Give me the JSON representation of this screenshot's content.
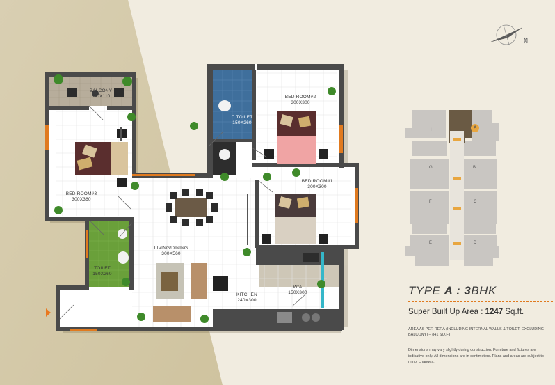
{
  "rooms": {
    "balcony": {
      "name": "BALCONY",
      "size": "300x110"
    },
    "bedroom3": {
      "name": "BED ROOM#3",
      "size": "300x360"
    },
    "ctoilet": {
      "name": "C.TOILET",
      "size": "150x260"
    },
    "bedroom2": {
      "name": "BED ROOM#2",
      "size": "300x300"
    },
    "bedroom1": {
      "name": "BED ROOM#1",
      "size": "300x300"
    },
    "living": {
      "name": "LIVING/DINING",
      "size": "300x560"
    },
    "toilet": {
      "name": "TOILET",
      "size": "150x260"
    },
    "kitchen": {
      "name": "KITCHEN",
      "size": "240x300"
    },
    "wa": {
      "name": "W/A",
      "size": "150x300"
    }
  },
  "keyplan": {
    "units": [
      "H",
      "A",
      "G",
      "B",
      "F",
      "C",
      "E",
      "D"
    ],
    "highlighted": "A",
    "colors": {
      "block": "#c9c6c2",
      "highlight": "#6a5a44",
      "marker": "#e8a640"
    }
  },
  "type": {
    "prefix": "TYPE ",
    "code": "A : 3",
    "suffix": "BHK"
  },
  "area": {
    "label": "Super Built Up Area : ",
    "value": "1247",
    "unit": " Sq.ft."
  },
  "rera_note": "AREA AS PER RERA (INCLUDING INTERNAL WALLS & TOILET, EXCLUDING BALCONY) – 841 SQ.FT.",
  "disclaimer": "Dimensions may vary slightly during construction. Furniture and fixtures are indicative only. All dimensions are in centimeters. Plans and areas are subject to minor changes.",
  "colors": {
    "accent": "#e07a1f",
    "wall": "#4a4a4a",
    "floor": "#ffffff",
    "ctoilet_floor": "#3f6f9c",
    "toilet_floor": "#6aa03a"
  }
}
